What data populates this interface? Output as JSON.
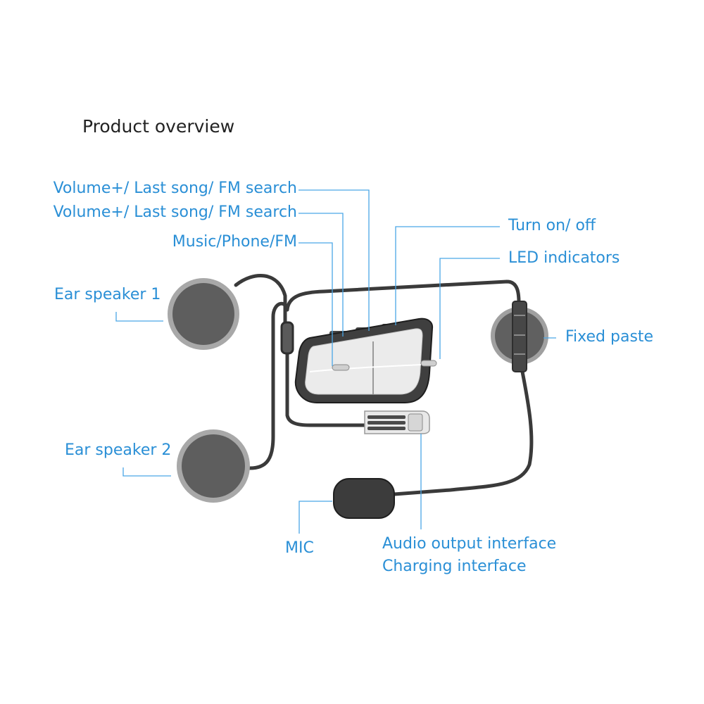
{
  "title": "Product overview",
  "labels": {
    "volume_plus_1": "Volume+/ Last song/ FM search",
    "volume_plus_2": "Volume+/ Last song/ FM search",
    "music_phone_fm": "Music/Phone/FM",
    "turn_on_off": "Turn on/ off",
    "led_indicators": "LED indicators",
    "ear_speaker_1": "Ear speaker 1",
    "fixed_paste": "Fixed paste",
    "ear_speaker_2": "Ear speaker 2",
    "mic": "MIC",
    "audio_output_interface": "Audio output interface",
    "charging_interface": "Charging interface"
  },
  "colors": {
    "label": "#2a8fd6",
    "leader_line": "#4aa6e6",
    "cable": "#3a3a3a",
    "speaker_fill": "#5e5e5e",
    "speaker_ring": "#a8a8a8",
    "title": "#222222"
  }
}
